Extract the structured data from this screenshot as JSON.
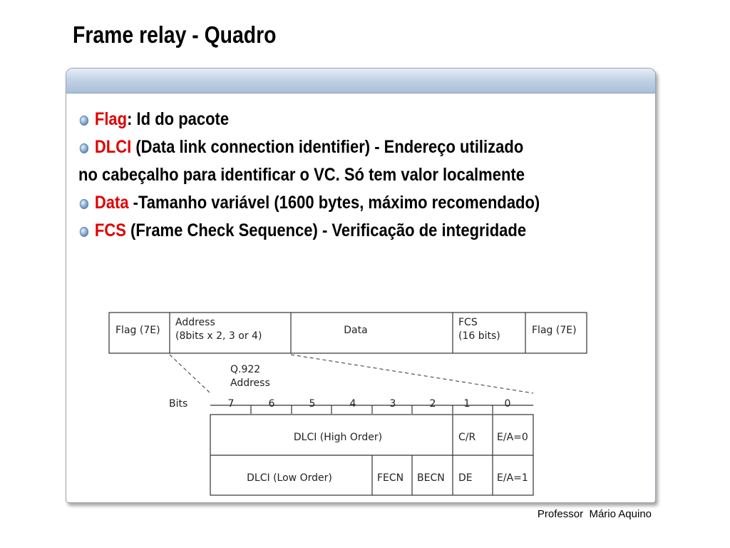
{
  "title": "Frame relay - Quadro",
  "bullets": [
    {
      "keyword": "Flag",
      "text": ": Id do pacote",
      "cont": ""
    },
    {
      "keyword": "DLCI",
      "text": " (Data link connection identifier) - Endereço utilizado",
      "cont": "no cabeçalho para identificar o VC. Só tem valor localmente"
    },
    {
      "keyword": "Data",
      "text": " -Tamanho variável (1600 bytes, máximo recomendado)",
      "cont": ""
    },
    {
      "keyword": "FCS",
      "text": " (Frame Check Sequence) - Verificação de integridade",
      "cont": ""
    }
  ],
  "frame": {
    "flag_left": "Flag (7E)",
    "address_line1": "Address",
    "address_line2": "(8bits x 2, 3 or 4)",
    "data": "Data",
    "fcs_line1": "FCS",
    "fcs_line2": "(16 bits)",
    "flag_right": "Flag (7E)"
  },
  "q922": {
    "line1": "Q.922",
    "line2": "Address",
    "bits_label": "Bits",
    "bits": [
      "7",
      "6",
      "5",
      "4",
      "3",
      "2",
      "1",
      "0"
    ],
    "row1": {
      "dlci": "DLCI (High Order)",
      "cr": "C/R",
      "ea": "E/A=0"
    },
    "row2": {
      "dlci": "DLCI (Low Order)",
      "fecn": "FECN",
      "becn": "BECN",
      "de": "DE",
      "ea": "E/A=1"
    }
  },
  "footer": "Professor  Mário Aquino",
  "colors": {
    "keyword": "#e00000",
    "header": "#aabfd8"
  }
}
